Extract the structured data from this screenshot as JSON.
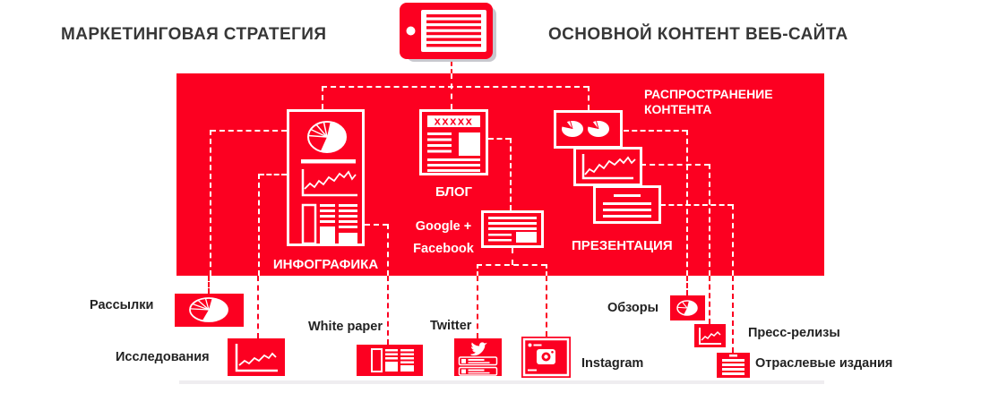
{
  "colors": {
    "accent_red": "#fc0021",
    "tablet_shadow_gray": "#c8c8ce",
    "title_text": "#373737",
    "diagram_white": "#ffffff"
  },
  "header": {
    "left_title": "МАРКЕТИНГОВАЯ СТРАТЕГИЯ",
    "right_title": "ОСНОВНОЙ КОНТЕНТ ВЕБ-САЙТА"
  },
  "board": {
    "distribution_line1": "РАСПРОСТРАНЕНИЕ",
    "distribution_line2": "КОНТЕНТА",
    "infographic_label": "ИНФОГРАФИКА",
    "blog_label": "БЛОГ",
    "blog_header_text": "xxxxx",
    "google_facebook_line1": "Google +",
    "google_facebook_line2": "Facebook",
    "presentation_label": "ПРЕЗЕНТАЦИЯ"
  },
  "channels": [
    {
      "label": "Рассылки",
      "icon": "pie-chart-icon"
    },
    {
      "label": "Исследования",
      "icon": "line-chart-icon"
    },
    {
      "label": "White paper",
      "icon": "bar-chart-icon"
    },
    {
      "label": "Twitter",
      "icon": "twitter-bird-icon"
    },
    {
      "label": "Instagram",
      "icon": "instagram-camera-icon"
    },
    {
      "label": "Обзоры",
      "icon": "pie-chart-icon"
    },
    {
      "label": "Пресс-релизы",
      "icon": "line-chart-icon"
    },
    {
      "label": "Отраслевые издания",
      "icon": "document-lines-icon"
    }
  ]
}
